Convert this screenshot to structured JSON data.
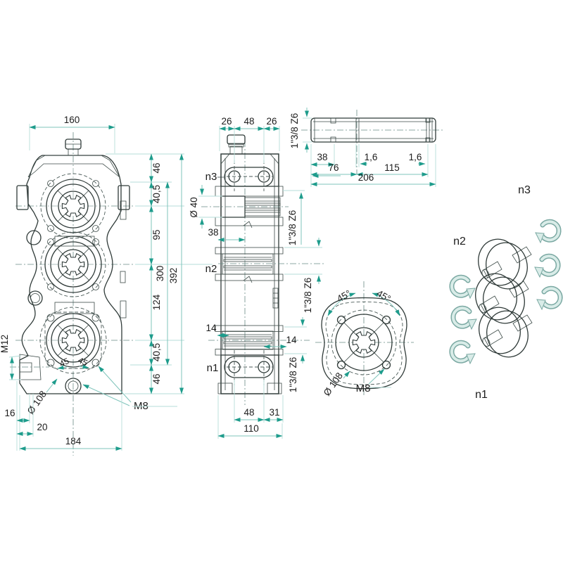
{
  "colors": {
    "body_light": "#e4f2ee",
    "body_lighter": "#edf7f4",
    "mid_teal": "#cfe8e3",
    "dark_teal": "#a6cfc8",
    "rim_teal": "#8fc0ba",
    "outline": "#2f3a38",
    "dim_line": "#7fc4bb",
    "dim_arrow": "#1e9c8c",
    "text": "#1c1c1c"
  },
  "front_view": {
    "top_width": "160",
    "chain": [
      "46",
      "40,5",
      "95",
      "124",
      "40,5",
      "46"
    ],
    "inner_total": "300",
    "total": "392",
    "m12": "M12",
    "angle1": "45",
    "angle2": "45",
    "bolt_circle": "Ø 108",
    "m8": "M8",
    "d16": "16",
    "d20": "20",
    "d184": "184"
  },
  "side_view": {
    "t26a": "26",
    "t48": "48",
    "t26b": "26",
    "n3": "n3",
    "n2": "n2",
    "n1": "n1",
    "bore": "Ø 40",
    "offset38": "38",
    "b14l": "14",
    "b14r": "14",
    "d48": "48",
    "d31": "31",
    "d110": "110",
    "spline_spec": "1\"3/8 Z6"
  },
  "shaft_view": {
    "d38": "38",
    "g1": "1,6",
    "g2": "1,6",
    "d76": "76",
    "d115": "115",
    "d206": "206",
    "spline_spec": "1\"3/8 Z6"
  },
  "flange_view": {
    "a1": "45°",
    "a2": "45°",
    "bolt_circle": "Ø 108",
    "m8": "M8"
  },
  "rotation_view": {
    "n1": "n1",
    "n2": "n2",
    "n3": "n3"
  }
}
